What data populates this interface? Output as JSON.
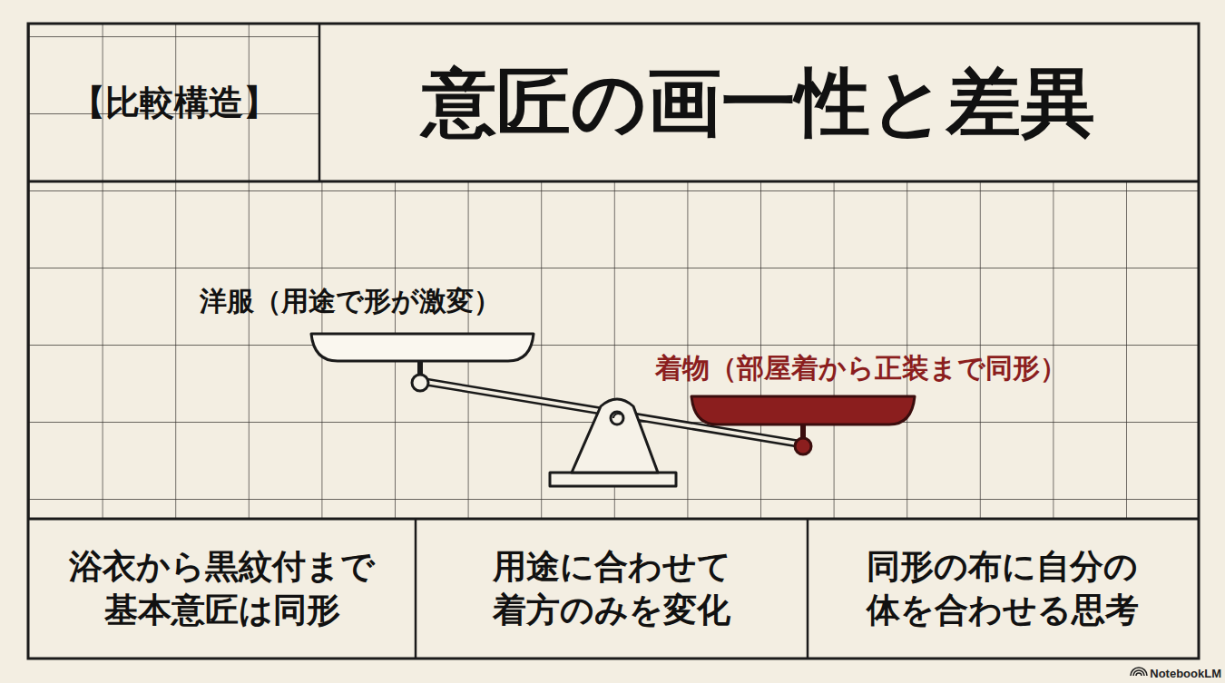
{
  "diagram": {
    "title": "意匠の画一性と差異",
    "nodes": [
      {
        "text": [
          "【比較構造】"
        ]
      },
      {
        "text": [
          "浴衣から黒紋付まで 基本意匠は同形"
        ]
      },
      {
        "text": [
          "用途に合わせて 着方のみを変化"
        ]
      },
      {
        "text": [
          "同形の布に自分の 体を合わせる思考"
        ]
      }
    ],
    "labels": [
      "洋服（用途で形が激変）",
      "着物（部屋着から正装まで同形）",
      "NotebookLM"
    ]
  }
}
